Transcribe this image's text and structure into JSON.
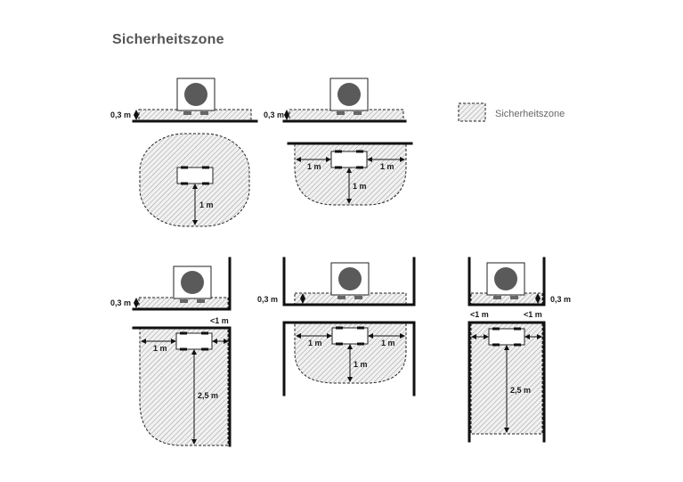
{
  "title": "Sicherheitszone",
  "legend": {
    "label": "Sicherheitszone"
  },
  "labels": {
    "height": "0,3 m",
    "one_m": "1 m",
    "two_five_m": "2,5 m",
    "less_one_m": "<1 m"
  },
  "colors": {
    "wall": "#111111",
    "fan": "#5a5a5a",
    "hatch": "#9a9a9a",
    "title": "#555555"
  }
}
